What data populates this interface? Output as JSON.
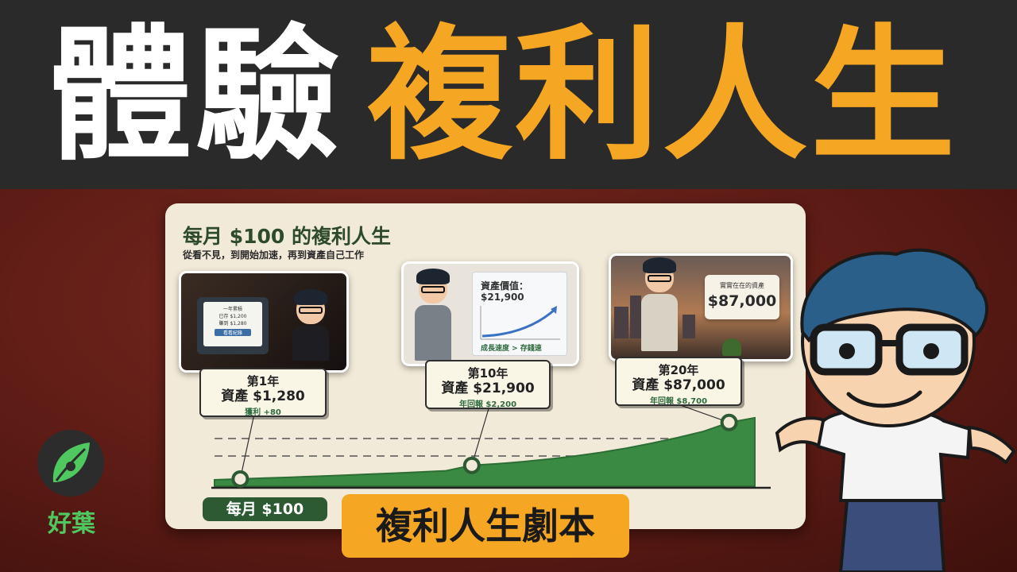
{
  "headline": {
    "part1": "體驗",
    "part2": "複利人生"
  },
  "card": {
    "title": "每月 $100 的複利人生",
    "subtitle": "從看不見，到開始加速，再到資產自己工作"
  },
  "scenes": [
    {
      "screen_text": [
        "一年累積",
        "已存 $1,200",
        "賺到 $1,280",
        "看看紀錄"
      ]
    },
    {
      "panel_label": "資產價值：",
      "panel_value": "$21,900",
      "panel_foot": "成長速度 > 存錢速"
    },
    {
      "value_label": "實實在在的資產",
      "value": "$87,000"
    }
  ],
  "milestones": [
    {
      "year": "第1年",
      "asset": "資產 $1,280",
      "note": "獲利 +80"
    },
    {
      "year": "第10年",
      "asset": "資產 $21,900",
      "note": "年回報 $2,200"
    },
    {
      "year": "第20年",
      "asset": "資產 $87,000",
      "note": "年回報 $8,700"
    }
  ],
  "pill": "每月 $100",
  "badge": "複利人生劇本",
  "logo": "好葉",
  "colors": {
    "accent": "#f5a623",
    "green": "#2d7a3e",
    "dark": "#2a2a2a",
    "background": "#5a1a14"
  },
  "chart_data": {
    "type": "area",
    "x": [
      0,
      1,
      2,
      3,
      4,
      5,
      6,
      7,
      8,
      9,
      10,
      11,
      12,
      13,
      14,
      15,
      16,
      17,
      18,
      19,
      20,
      21
    ],
    "y": [
      0,
      1280,
      2600,
      3980,
      5420,
      6930,
      8510,
      10170,
      11900,
      13720,
      21900,
      24300,
      27600,
      31400,
      36000,
      41500,
      48000,
      55500,
      64000,
      73400,
      87000,
      94000
    ],
    "markers": [
      1,
      10,
      20
    ],
    "grid": "dashed horizontal",
    "legend": "none"
  }
}
